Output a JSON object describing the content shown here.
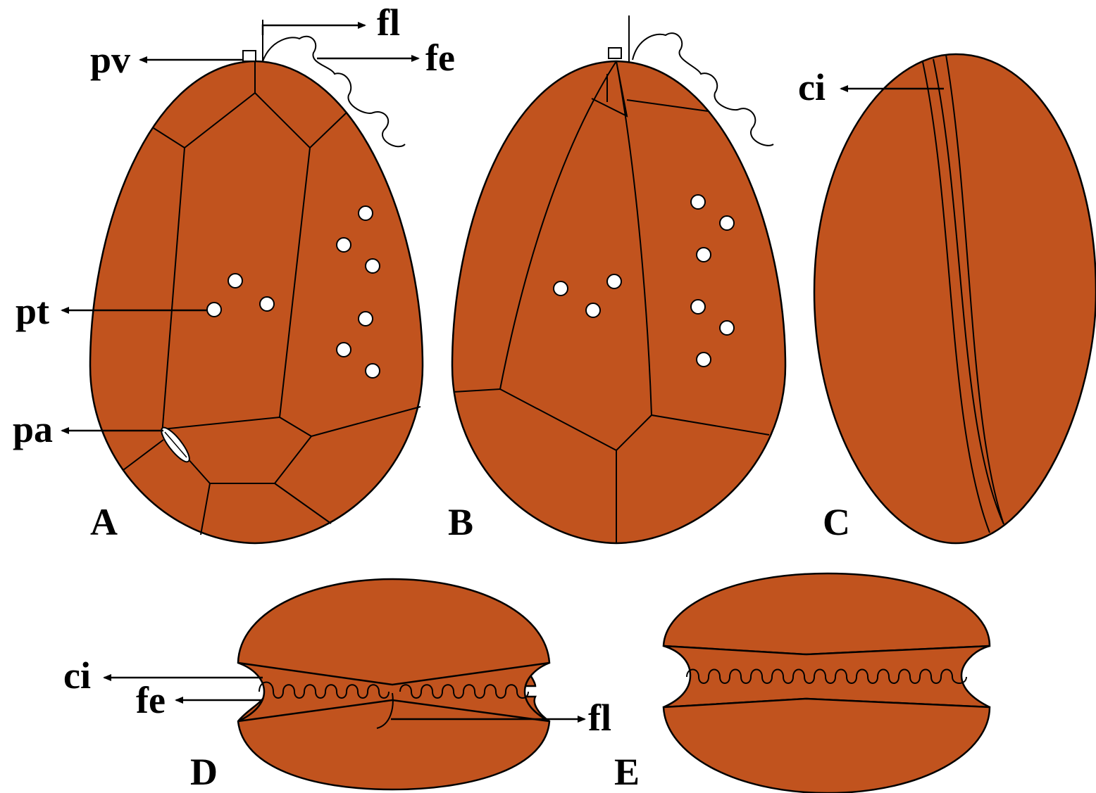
{
  "panels": {
    "a": "A",
    "b": "B",
    "c": "C",
    "d": "D",
    "e": "E"
  },
  "labels": {
    "pv": "pv",
    "fl": "fl",
    "fe": "fe",
    "pt": "pt",
    "pa": "pa",
    "ci_c": "ci",
    "ci_d": "ci",
    "fe_d": "fe",
    "fl_d": "fl"
  },
  "colors": {
    "cell_fill": "#C1531E",
    "outline": "#000000",
    "pore_fill": "#ffffff"
  }
}
